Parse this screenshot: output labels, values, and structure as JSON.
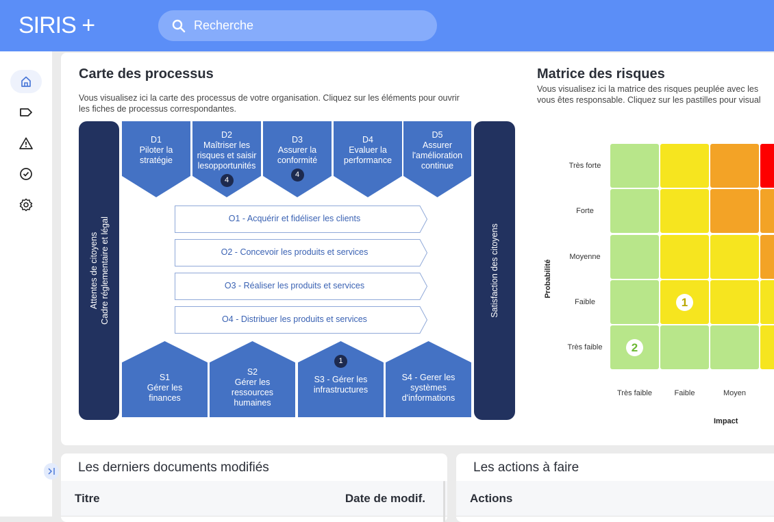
{
  "header": {
    "logo": "SIRIS +",
    "search_placeholder": "Recherche"
  },
  "sidebar": {
    "items": [
      {
        "icon": "home-icon"
      },
      {
        "icon": "tag-icon"
      },
      {
        "icon": "warning-icon"
      },
      {
        "icon": "check-circle-icon"
      },
      {
        "icon": "gear-icon"
      }
    ],
    "expand_icon": "expand-icon"
  },
  "process_map": {
    "title": "Carte des processus",
    "description_line1": "Vous visualisez ici la carte des processus de votre organisation. Cliquez sur les éléments pour ouvrir",
    "description_line2": "les fiches de processus correspondantes.",
    "left_bar": {
      "line1": "Attentes de citoyens",
      "line2": "Cadre réglementaire et légal"
    },
    "right_bar": "Satisfaction des citoyens",
    "direction": [
      {
        "lines": [
          "D1",
          "Piloter la",
          "stratégie"
        ],
        "badge": null
      },
      {
        "lines": [
          "D2",
          "Maîtriser les",
          "risques et saisir",
          "lesopportunités"
        ],
        "badge": "4"
      },
      {
        "lines": [
          "D3",
          "Assurer la",
          "conformité"
        ],
        "badge": "4"
      },
      {
        "lines": [
          "D4",
          "Evaluer la",
          "performance"
        ],
        "badge": null
      },
      {
        "lines": [
          "D5",
          "Assurer",
          "l'amélioration",
          "continue"
        ],
        "badge": null
      }
    ],
    "operational": [
      "O1 - Acquérir et fidéliser les clients",
      "O2 - Concevoir les produits et services",
      "O3 - Réaliser les produits et services",
      "O4 - Distribuer les produits et services"
    ],
    "support": [
      {
        "lines": [
          "S1",
          "Gérer les",
          "finances"
        ],
        "badge": null
      },
      {
        "lines": [
          "S2",
          "Gérer les",
          "ressources",
          "humaines"
        ],
        "badge": null
      },
      {
        "lines": [
          "S3 - Gérer les",
          "infrastructures"
        ],
        "badge": "1"
      },
      {
        "lines": [
          "S4 - Gerer les",
          "systèmes",
          "d'informations"
        ],
        "badge": null
      }
    ]
  },
  "risk_matrix": {
    "title": "Matrice des risques",
    "description_line1": "Vous visualisez ici la matrice des risques peuplée avec les",
    "description_line2": "vous êtes responsable. Cliquez sur les pastilles pour visual",
    "y_axis_label": "Probabilité",
    "x_axis_label": "Impact",
    "rows": [
      "Très forte",
      "Forte",
      "Moyenne",
      "Faible",
      "Très faible"
    ],
    "columns": [
      "Très faible",
      "Faible",
      "Moyen"
    ],
    "colors": {
      "green": "#b8e68a",
      "yellow": "#f6e51f",
      "orange": "#f3a326",
      "red": "#fe0000"
    },
    "grid": [
      [
        "green",
        "yellow",
        "orange",
        "red"
      ],
      [
        "green",
        "yellow",
        "orange",
        "orange"
      ],
      [
        "green",
        "yellow",
        "yellow",
        "orange"
      ],
      [
        "green",
        "yellow",
        "yellow",
        "yellow"
      ],
      [
        "green",
        "green",
        "green",
        "yellow"
      ]
    ],
    "pins": [
      {
        "row": 3,
        "col": 1,
        "count": "1",
        "color": "#b9a700"
      },
      {
        "row": 4,
        "col": 0,
        "count": "2",
        "color": "#6cb833"
      }
    ]
  },
  "documents": {
    "title": "Les derniers documents modifiés",
    "col_title": "Titre",
    "col_date": "Date de modif."
  },
  "actions": {
    "title": "Les actions à faire",
    "col_actions": "Actions"
  }
}
